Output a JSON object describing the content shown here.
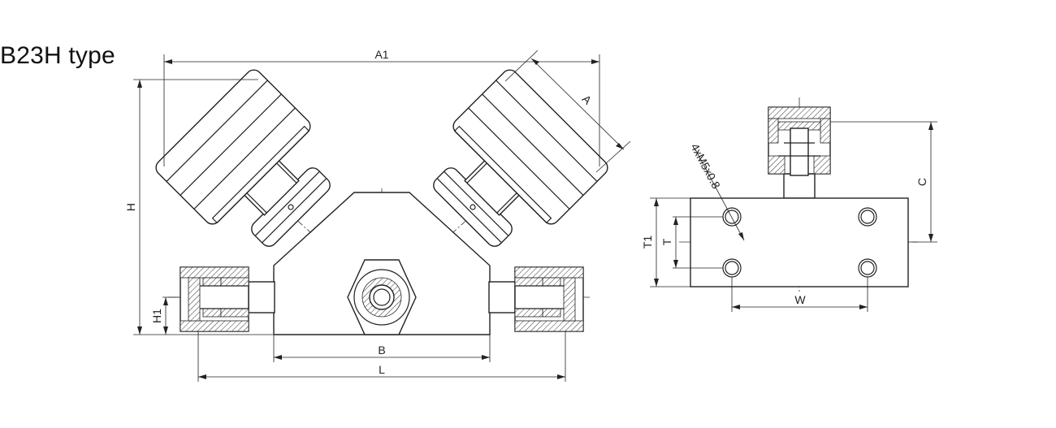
{
  "title": "B23H type",
  "front_view": {
    "dimensions": {
      "overall_width": "A1",
      "handle_size": "A",
      "height": "H",
      "port_height": "H1",
      "body_width": "B",
      "overall_length": "L"
    }
  },
  "side_view": {
    "dimensions": {
      "top_height": "C",
      "total_thickness": "T1",
      "hole_spacing_vertical": "T",
      "hole_spacing_horizontal": "W",
      "mounting_holes": "4xM5x0.8"
    }
  }
}
